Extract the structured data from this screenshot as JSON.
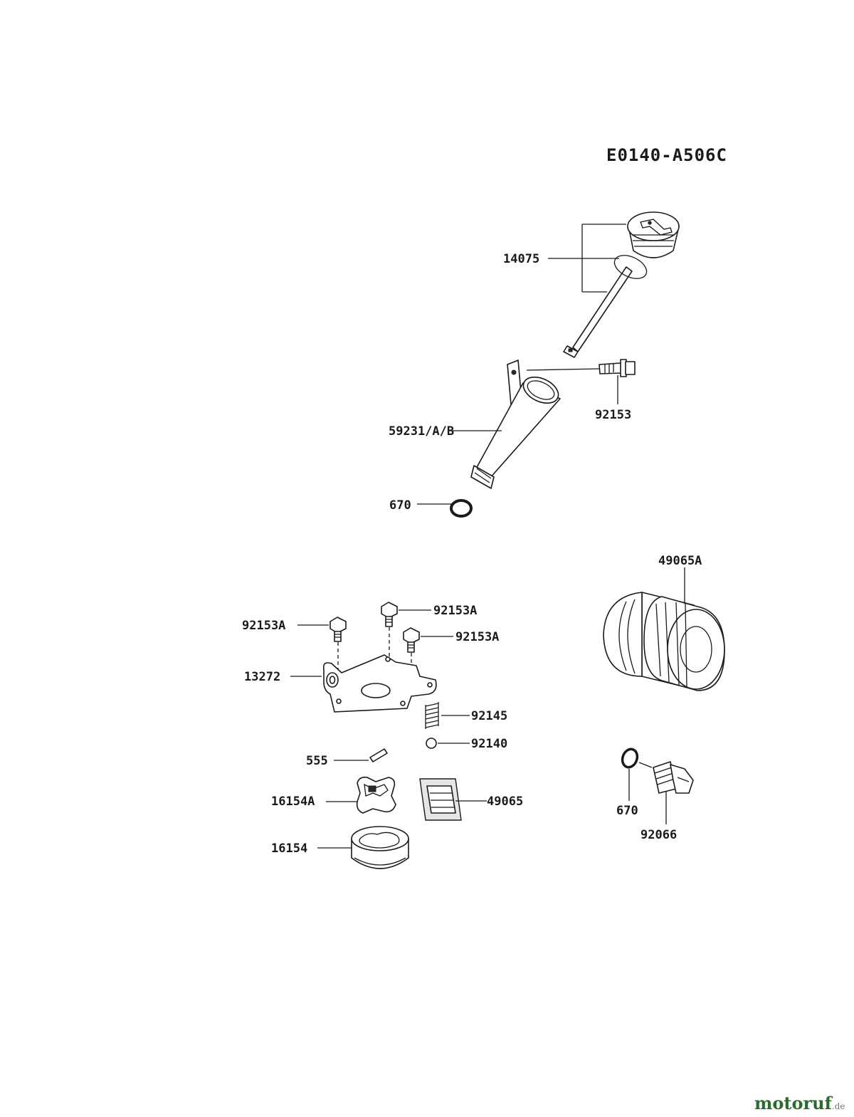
{
  "diagram": {
    "code": "E0140-A506C",
    "callouts": {
      "c14075": "14075",
      "c92153": "92153",
      "c59231": "59231/A/B",
      "c670a": "670",
      "c49065A": "49065A",
      "c92153A_top": "92153A",
      "c92153A_left": "92153A",
      "c92153A_right": "92153A",
      "c13272": "13272",
      "c92145": "92145",
      "c92140": "92140",
      "c555": "555",
      "c16154A": "16154A",
      "c49065": "49065",
      "c16154": "16154",
      "c670b": "670",
      "c92066": "92066"
    }
  },
  "brand": {
    "name": "motoruf",
    "tld": ".de"
  }
}
